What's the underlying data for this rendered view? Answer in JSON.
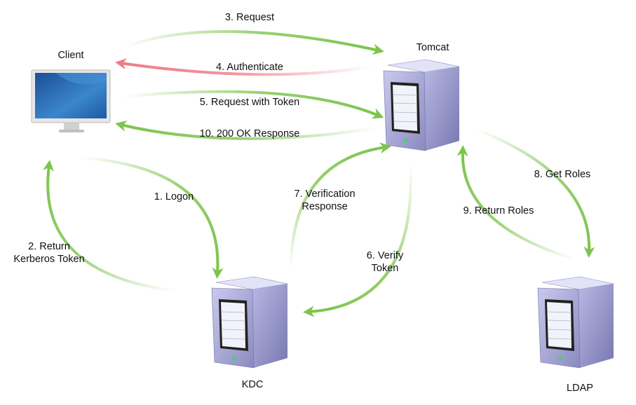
{
  "nodes": {
    "client": "Client",
    "tomcat": "Tomcat",
    "kdc": "KDC",
    "ldap": "LDAP"
  },
  "steps": {
    "s1": [
      "1. Logon"
    ],
    "s2": [
      "2. Return",
      "Kerberos Token"
    ],
    "s3": [
      "3. Request"
    ],
    "s4": [
      "4. Authenticate"
    ],
    "s5": [
      "5. Request with Token"
    ],
    "s6": [
      "6. Verify",
      "Token"
    ],
    "s7": [
      "7. Verification",
      "Response"
    ],
    "s8": [
      "8. Get Roles"
    ],
    "s9": [
      "9. Return Roles"
    ],
    "s10": [
      "10. 200 OK Response"
    ]
  },
  "colors": {
    "success_arrow": "#7cc44c",
    "auth_arrow": "#f07a85",
    "server_body": "#a9a9d6",
    "screen": "#2f6fb8"
  },
  "icons": {
    "client": "desktop-monitor-icon",
    "server": "server-tower-icon"
  }
}
